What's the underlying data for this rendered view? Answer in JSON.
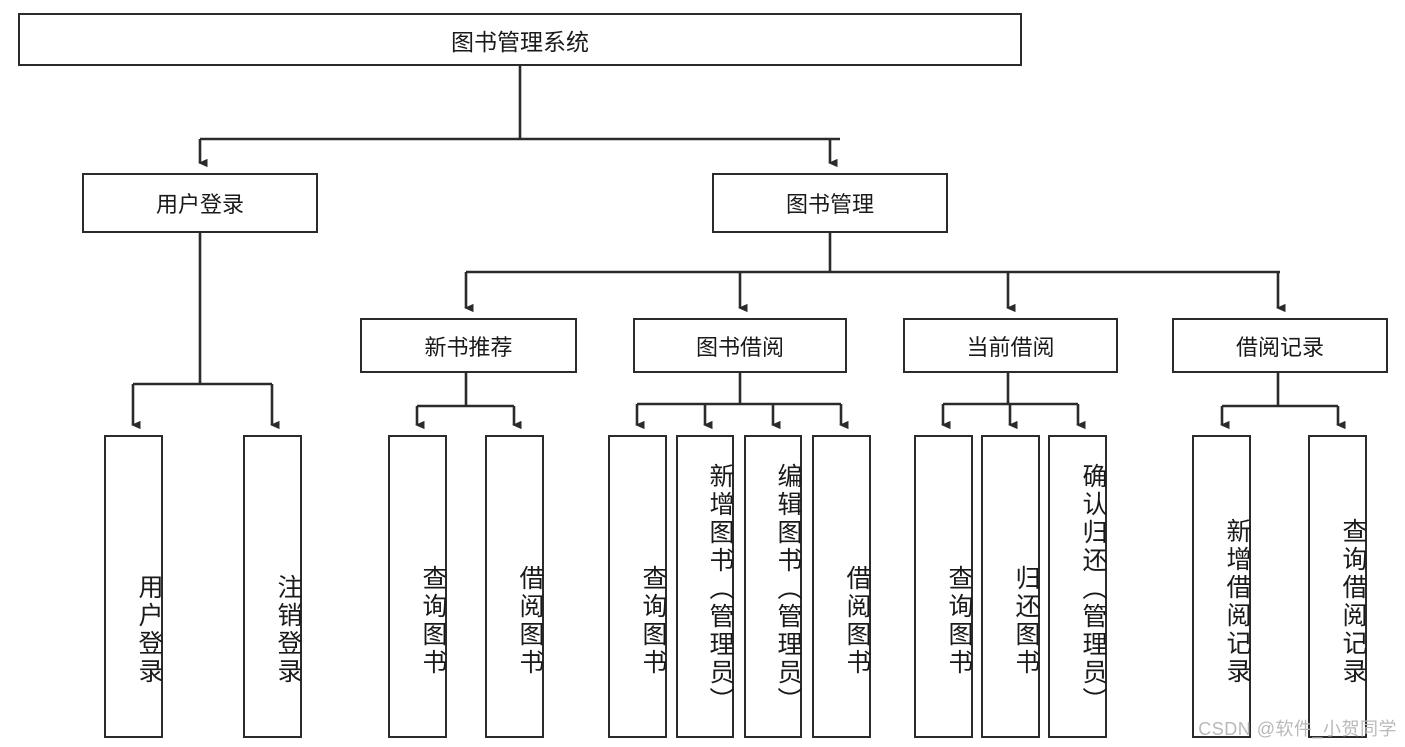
{
  "diagram": {
    "title": "图书管理系统",
    "type": "tree-hierarchy",
    "root": {
      "id": "root",
      "label": "图书管理系统"
    },
    "level1": [
      {
        "id": "user-login",
        "label": "用户登录"
      },
      {
        "id": "book-management",
        "label": "图书管理"
      }
    ],
    "level2": [
      {
        "id": "new-book-recommend",
        "label": "新书推荐",
        "parent": "book-management"
      },
      {
        "id": "book-borrow",
        "label": "图书借阅",
        "parent": "book-management"
      },
      {
        "id": "current-borrow",
        "label": "当前借阅",
        "parent": "book-management"
      },
      {
        "id": "borrow-record",
        "label": "借阅记录",
        "parent": "book-management"
      }
    ],
    "leaves": [
      {
        "id": "leaf-user-login",
        "label": "用户登录",
        "parent": "user-login"
      },
      {
        "id": "leaf-logout",
        "label": "注销登录",
        "parent": "user-login"
      },
      {
        "id": "leaf-query-book-1",
        "label": "查询图书",
        "parent": "new-book-recommend"
      },
      {
        "id": "leaf-borrow-book-1",
        "label": "借阅图书",
        "parent": "new-book-recommend"
      },
      {
        "id": "leaf-query-book-2",
        "label": "查询图书",
        "parent": "book-borrow"
      },
      {
        "id": "leaf-add-book",
        "label": "新增图书（管理员）",
        "parent": "book-borrow"
      },
      {
        "id": "leaf-edit-book",
        "label": "编辑图书（管理员）",
        "parent": "book-borrow"
      },
      {
        "id": "leaf-borrow-book-2",
        "label": "借阅图书",
        "parent": "book-borrow"
      },
      {
        "id": "leaf-query-book-3",
        "label": "查询图书",
        "parent": "current-borrow"
      },
      {
        "id": "leaf-return-book",
        "label": "归还图书",
        "parent": "current-borrow"
      },
      {
        "id": "leaf-confirm-return",
        "label": "确认归还（管理员）",
        "parent": "current-borrow"
      },
      {
        "id": "leaf-add-record",
        "label": "新增借阅记录",
        "parent": "borrow-record"
      },
      {
        "id": "leaf-query-record",
        "label": "查询借阅记录",
        "parent": "borrow-record"
      }
    ],
    "colors": {
      "box_border": "#2b2b2b",
      "box_fill": "#ffffff",
      "edge": "#2b2b2b",
      "text": "#1a1a1a",
      "watermark": "#b9b9b9",
      "background": "#ffffff"
    }
  },
  "watermark": {
    "text": "CSDN @软件_小贺同学"
  }
}
